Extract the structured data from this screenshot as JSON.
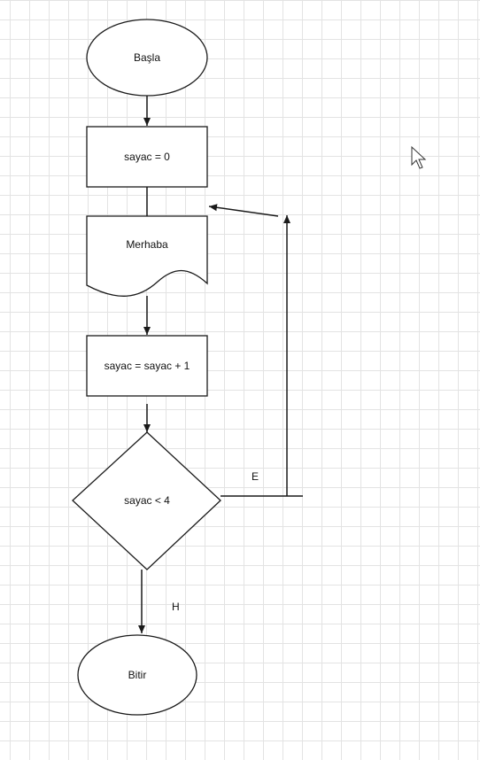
{
  "nodes": {
    "start": {
      "label": "Başla",
      "shape": "terminal"
    },
    "init": {
      "label": "sayac = 0",
      "shape": "process"
    },
    "print": {
      "label": "Merhaba",
      "shape": "document"
    },
    "increment": {
      "label": "sayac = sayac + 1",
      "shape": "process"
    },
    "decision": {
      "label": "sayac < 4",
      "shape": "decision"
    },
    "end": {
      "label": "Bitir",
      "shape": "terminal"
    }
  },
  "edges": [
    {
      "from": "start",
      "to": "init",
      "label": ""
    },
    {
      "from": "init",
      "to": "print",
      "label": ""
    },
    {
      "from": "print",
      "to": "increment",
      "label": ""
    },
    {
      "from": "increment",
      "to": "decision",
      "label": ""
    },
    {
      "from": "decision",
      "to": "print",
      "label": "E"
    },
    {
      "from": "decision",
      "to": "end",
      "label": "H"
    }
  ],
  "colors": {
    "stroke": "#1a1a1a",
    "grid": "#e3e3e3",
    "background": "#ffffff"
  },
  "icons": {
    "cursor": "mouse-pointer-icon"
  }
}
